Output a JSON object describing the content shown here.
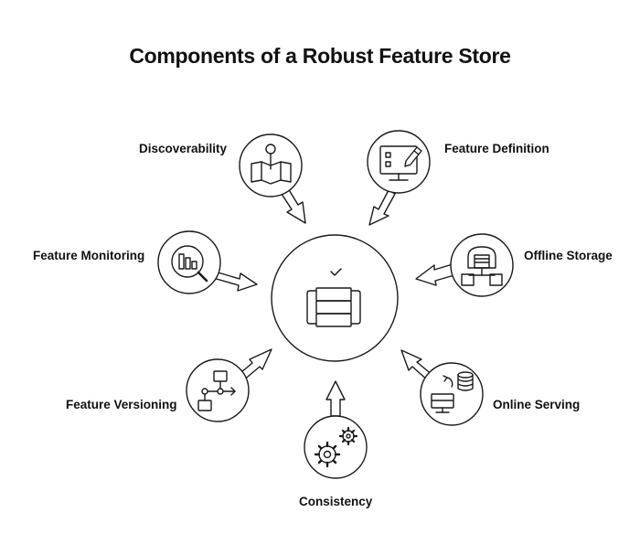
{
  "title": "Components of a Robust Feature Store",
  "center": {
    "icon": "feature-store-server-icon"
  },
  "components": [
    {
      "id": "discoverability",
      "label": "Discoverability",
      "icon": "map-pin-icon"
    },
    {
      "id": "feature-definition",
      "label": "Feature Definition",
      "icon": "monitor-edit-icon"
    },
    {
      "id": "offline-storage",
      "label": "Offline Storage",
      "icon": "warehouse-icon"
    },
    {
      "id": "online-serving",
      "label": "Online Serving",
      "icon": "server-database-icon"
    },
    {
      "id": "consistency",
      "label": "Consistency",
      "icon": "gears-icon"
    },
    {
      "id": "feature-versioning",
      "label": "Feature Versioning",
      "icon": "flowchart-icon"
    },
    {
      "id": "feature-monitoring",
      "label": "Feature Monitoring",
      "icon": "magnifier-chart-icon"
    }
  ],
  "colors": {
    "stroke": "#1a1a1a",
    "background": "#ffffff"
  }
}
